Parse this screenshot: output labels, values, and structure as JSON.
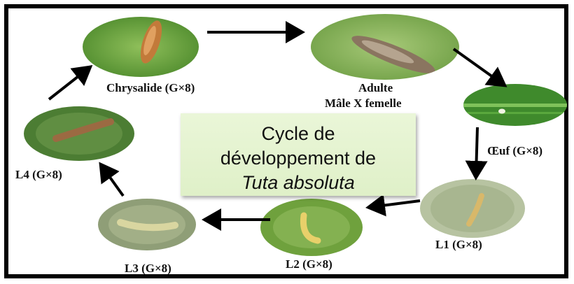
{
  "stages": {
    "chrysalide": "Chrysalide (G×8)",
    "adulte_line1": "Adulte",
    "adulte_line2": "Mâle X femelle",
    "oeuf": "Œuf (G×8)",
    "l1": "L1 (G×8)",
    "l2": "L2 (G×8)",
    "l3": "L3 (G×8)",
    "l4": "L4 (G×8)"
  },
  "title": {
    "line1": "Cycle de",
    "line2": "développement de",
    "line3": "Tuta absoluta"
  },
  "colors": {
    "leaf_dark": "#4f8a2e",
    "leaf_light": "#9cc56a",
    "title_box": "#e4f3d0",
    "arrow": "#000000"
  }
}
